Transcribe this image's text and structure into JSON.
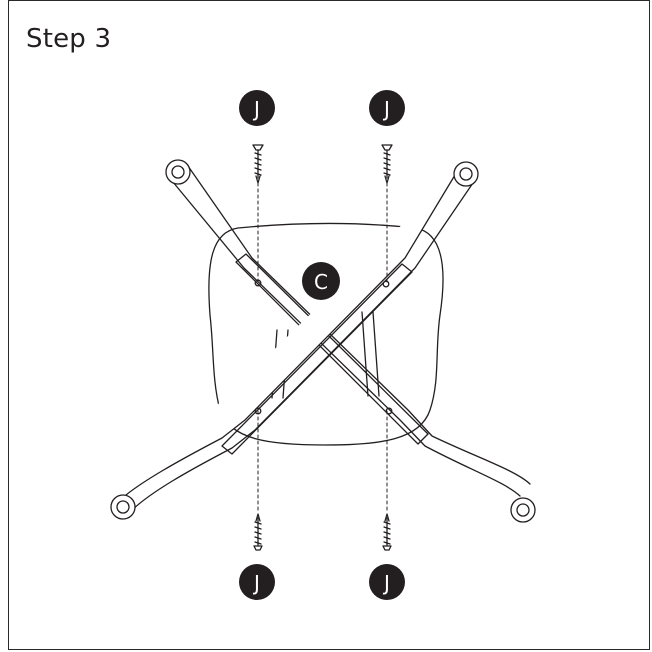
{
  "step": {
    "title": "Step 3"
  },
  "labels": {
    "seat": "C",
    "screw_top_left": "J",
    "screw_top_right": "J",
    "screw_bottom_left": "J",
    "screw_bottom_right": "J"
  },
  "colors": {
    "line": "#231f20",
    "badge": "#231f20",
    "background": "#ffffff"
  }
}
